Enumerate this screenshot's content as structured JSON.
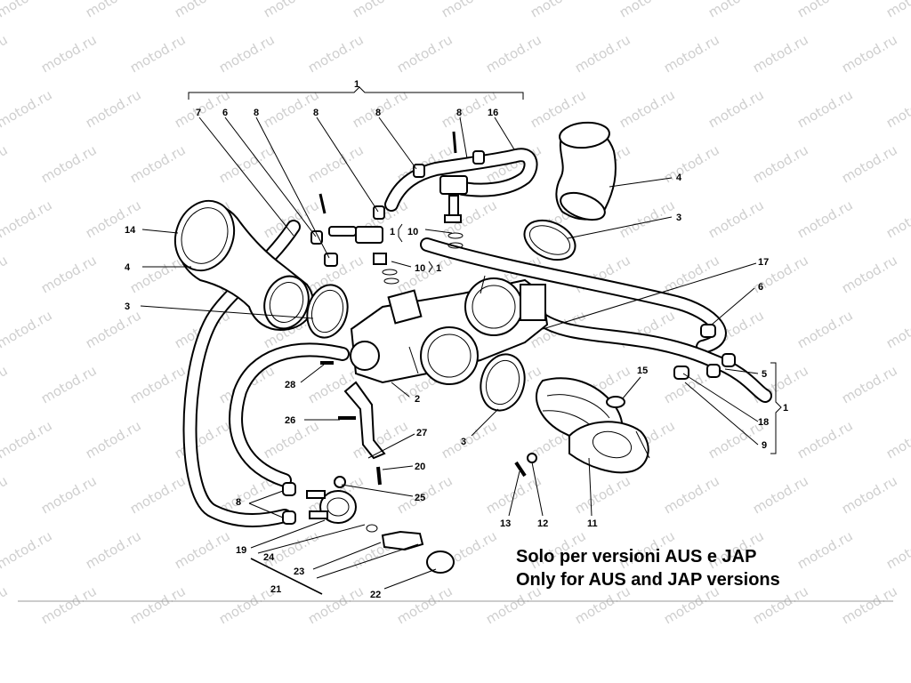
{
  "watermark": "motod.ru",
  "note": {
    "line1": "Solo per versioni AUS e JAP",
    "line2": "Only for AUS and JAP versions"
  },
  "callouts": [
    "1",
    "7",
    "6",
    "8",
    "8",
    "8",
    "8",
    "16",
    "8",
    "14",
    "4",
    "3",
    "4",
    "3",
    "1",
    "10",
    "10",
    "1",
    "17",
    "6",
    "15",
    "5",
    "1",
    "18",
    "9",
    "28",
    "2",
    "26",
    "27",
    "20",
    "25",
    "3",
    "13",
    "12",
    "11",
    "8",
    "19",
    "24",
    "23",
    "21",
    "22"
  ]
}
